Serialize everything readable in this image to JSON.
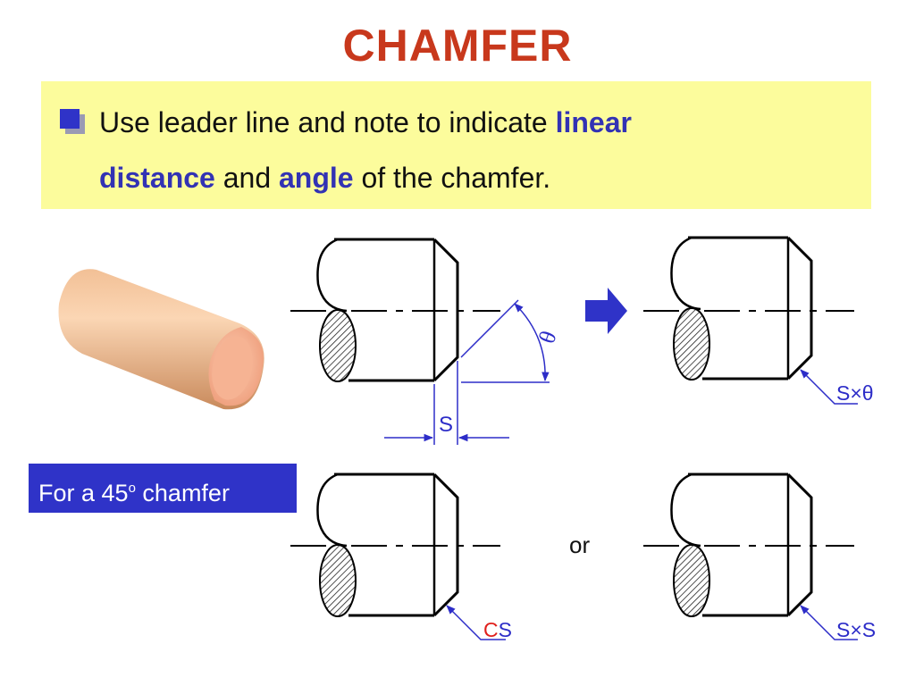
{
  "title": "CHAMFER",
  "note": {
    "line1_text": "Use leader line and note to indicate ",
    "line1_highlight": "linear",
    "line2_highlight1": "distance",
    "line2_mid": " and ",
    "line2_highlight2": "angle",
    "line2_tail": " of the chamfer."
  },
  "for_label": {
    "prefix": "For a 45",
    "degree": "o",
    "suffix": " chamfer"
  },
  "or_label": "or",
  "dimension_labels": {
    "s": "S",
    "theta": "θ",
    "s_x_theta": "S×θ",
    "c": "C",
    "cs_s": "S",
    "s_x_s": "S×S"
  },
  "colors": {
    "title": "#c8381c",
    "highlight": "#3232b4",
    "note_background": "#fcfc9c",
    "tag_background": "#2f33c8",
    "dimension": "#2d2dc8",
    "c_prefix": "#e0201c"
  }
}
